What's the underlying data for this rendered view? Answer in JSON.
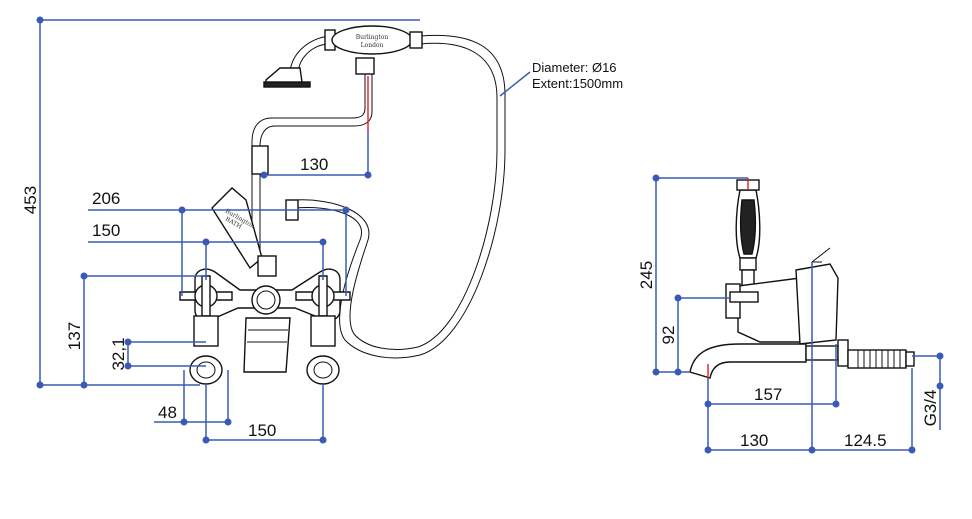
{
  "front_view": {
    "dims": {
      "d453": "453",
      "d206": "206",
      "d150_top": "150",
      "d130": "130",
      "d137": "137",
      "d32": "32,1",
      "d48": "48",
      "d150_bottom": "150"
    },
    "hose_note": {
      "line1": "Diameter: Ø16",
      "line2": "Extent:1500mm"
    },
    "handset_logo": {
      "line1": "Burlington",
      "line2": "London"
    },
    "lever_logo": {
      "line1": "Burlington",
      "line2": "BATH"
    }
  },
  "side_view": {
    "dims": {
      "d245": "245",
      "d92": "92",
      "d157": "157",
      "d130": "130",
      "d124": "124.5",
      "thread": "G3/4"
    }
  },
  "colors": {
    "dimension": "#3a5bb5",
    "centerline": "#e02020",
    "outline": "#111111"
  }
}
